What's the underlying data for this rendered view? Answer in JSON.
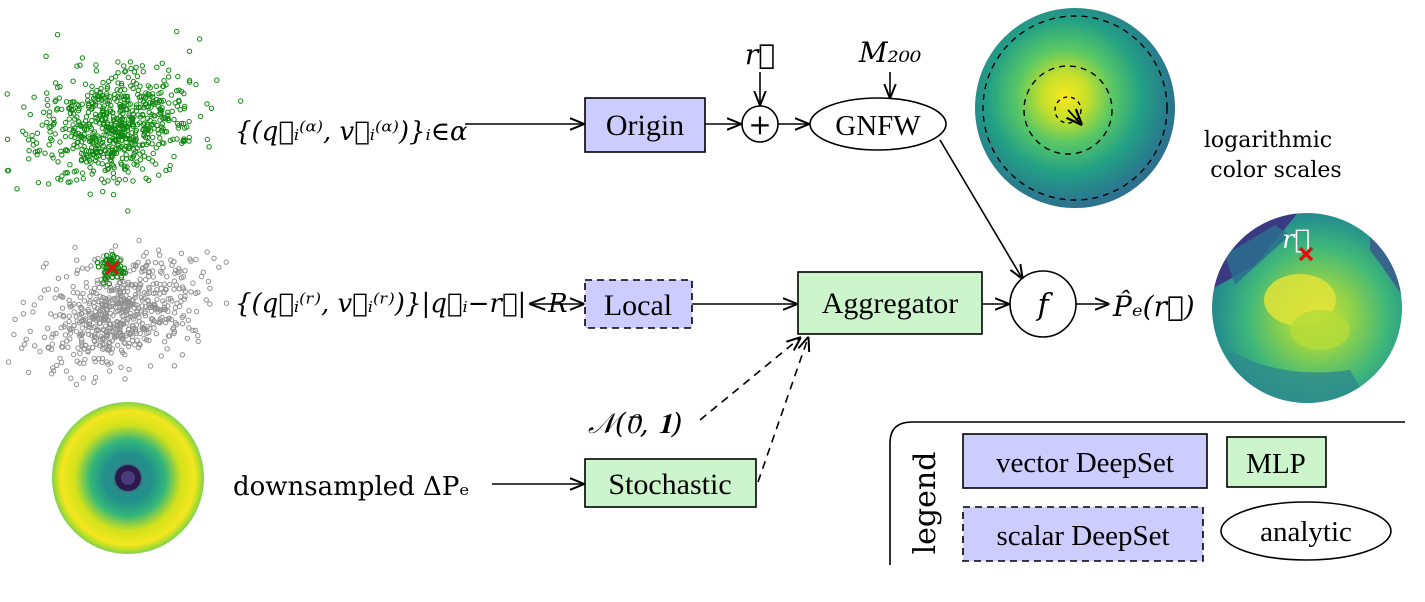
{
  "inputs": {
    "halo_particles": "{(q⃗ᵢ⁽ᵅ⁾, v⃗ᵢ⁽ᵅ⁾)}ᵢ∈α",
    "local_particles": "{(q⃗ᵢ⁽ʳ⁾, v⃗ᵢ⁽ʳ⁾)}|q⃗ᵢ−r⃗|<R",
    "downsampled": "downsampled ΔPₑ"
  },
  "nodes": {
    "origin": "Origin",
    "local": "Local",
    "stochastic": "Stochastic",
    "aggregator": "Aggregator",
    "gnfw": "GNFW",
    "sum": "+",
    "f": "f"
  },
  "symbols": {
    "r": "r⃗",
    "m200": "M₂₀₀",
    "noise": "𝒩(0⃗, 𝟏)",
    "output": "P̂ₑ(r⃗)",
    "r_marker": "r⃗"
  },
  "annotation": {
    "line1": "logarithmic",
    "line2": "color  scales"
  },
  "legend": {
    "title": "legend",
    "vector": "vector DeepSet",
    "mlp": "MLP",
    "scalar": "scalar DeepSet",
    "analytic": "analytic"
  },
  "colors": {
    "deepset_fill": "#ccccff",
    "mlp_fill": "#ccf5cc",
    "halo_green": "#118811",
    "gray_points": "#909090",
    "marker_red": "#e01010"
  }
}
